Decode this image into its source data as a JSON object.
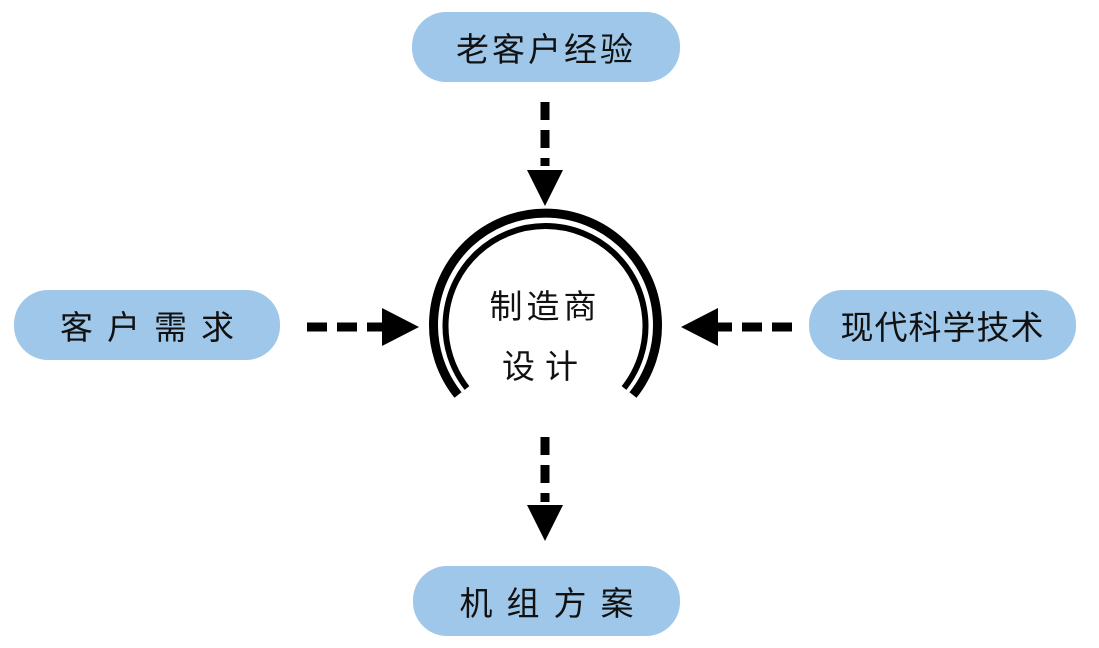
{
  "nodes": {
    "top": "老客户经验",
    "left": "客户需求",
    "right": "现代科学技术",
    "bottom": "机组方案"
  },
  "center": {
    "line1": "制造商",
    "line2": "设计"
  },
  "colors": {
    "node_fill": "#9fc7e9",
    "arrow": "#000000",
    "text": "#111111"
  }
}
